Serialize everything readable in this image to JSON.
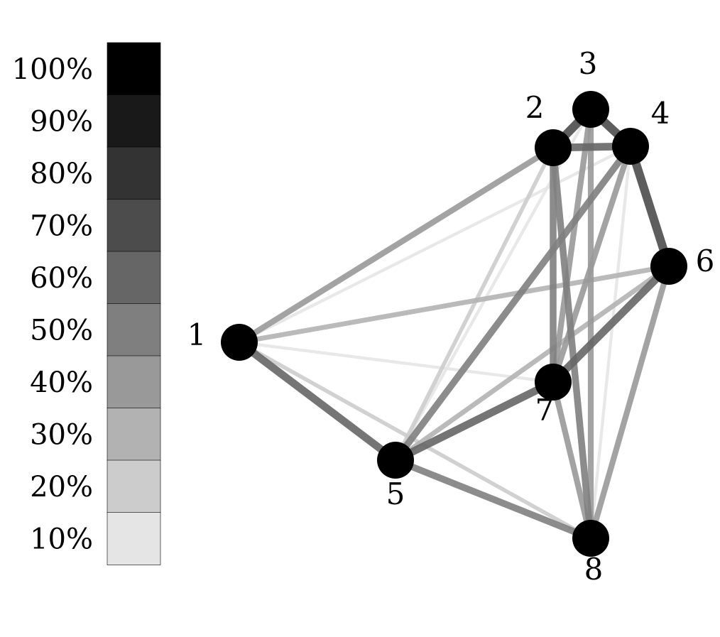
{
  "legend": {
    "items": [
      {
        "label": "100%",
        "value": 100,
        "color": "#000000"
      },
      {
        "label": "90%",
        "value": 90,
        "color": "#191919"
      },
      {
        "label": "80%",
        "value": 80,
        "color": "#333333"
      },
      {
        "label": "70%",
        "value": 70,
        "color": "#4c4c4c"
      },
      {
        "label": "60%",
        "value": 60,
        "color": "#666666"
      },
      {
        "label": "50%",
        "value": 50,
        "color": "#7f7f7f"
      },
      {
        "label": "40%",
        "value": 40,
        "color": "#999999"
      },
      {
        "label": "30%",
        "value": 30,
        "color": "#b2b2b2"
      },
      {
        "label": "20%",
        "value": 20,
        "color": "#cccccc"
      },
      {
        "label": "10%",
        "value": 10,
        "color": "#e5e5e5"
      }
    ]
  },
  "nodes": [
    {
      "id": "1",
      "label": "1"
    },
    {
      "id": "2",
      "label": "2"
    },
    {
      "id": "3",
      "label": "3"
    },
    {
      "id": "4",
      "label": "4"
    },
    {
      "id": "5",
      "label": "5"
    },
    {
      "id": "6",
      "label": "6"
    },
    {
      "id": "7",
      "label": "7"
    },
    {
      "id": "8",
      "label": "8"
    }
  ],
  "edges": [
    {
      "from": "1",
      "to": "2",
      "weight": 40
    },
    {
      "from": "1",
      "to": "4",
      "weight": 10
    },
    {
      "from": "1",
      "to": "5",
      "weight": 60
    },
    {
      "from": "1",
      "to": "6",
      "weight": 30
    },
    {
      "from": "1",
      "to": "7",
      "weight": 10
    },
    {
      "from": "1",
      "to": "8",
      "weight": 20
    },
    {
      "from": "2",
      "to": "3",
      "weight": 70
    },
    {
      "from": "2",
      "to": "4",
      "weight": 60
    },
    {
      "from": "2",
      "to": "5",
      "weight": 20
    },
    {
      "from": "2",
      "to": "7",
      "weight": 50
    },
    {
      "from": "2",
      "to": "8",
      "weight": 50
    },
    {
      "from": "3",
      "to": "4",
      "weight": 70
    },
    {
      "from": "3",
      "to": "5",
      "weight": 10
    },
    {
      "from": "3",
      "to": "7",
      "weight": 40
    },
    {
      "from": "3",
      "to": "8",
      "weight": 40
    },
    {
      "from": "4",
      "to": "5",
      "weight": 50
    },
    {
      "from": "4",
      "to": "6",
      "weight": 70
    },
    {
      "from": "4",
      "to": "7",
      "weight": 40
    },
    {
      "from": "4",
      "to": "8",
      "weight": 10
    },
    {
      "from": "5",
      "to": "6",
      "weight": 30
    },
    {
      "from": "5",
      "to": "7",
      "weight": 60
    },
    {
      "from": "5",
      "to": "8",
      "weight": 50
    },
    {
      "from": "6",
      "to": "7",
      "weight": 60
    },
    {
      "from": "6",
      "to": "8",
      "weight": 40
    },
    {
      "from": "7",
      "to": "8",
      "weight": 40
    }
  ]
}
